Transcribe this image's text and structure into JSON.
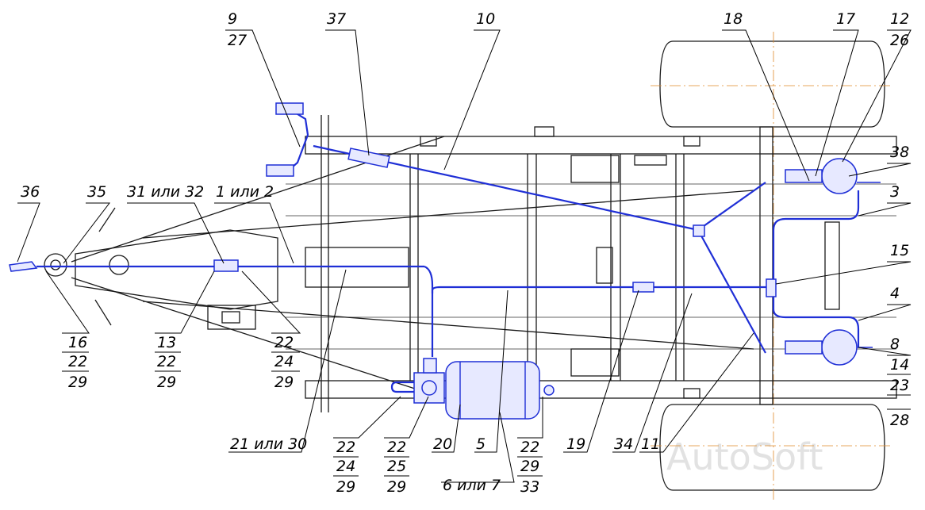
{
  "watermark": "AutoSoft",
  "callouts": [
    {
      "id": "c9",
      "lines": [
        "9",
        "27"
      ]
    },
    {
      "id": "c37",
      "lines": [
        "37"
      ]
    },
    {
      "id": "c10",
      "lines": [
        "10"
      ]
    },
    {
      "id": "c18",
      "lines": [
        "18"
      ]
    },
    {
      "id": "c17",
      "lines": [
        "17"
      ]
    },
    {
      "id": "c12",
      "lines": [
        "12",
        "26"
      ]
    },
    {
      "id": "c38",
      "lines": [
        "38"
      ]
    },
    {
      "id": "c3",
      "lines": [
        "3"
      ]
    },
    {
      "id": "c15",
      "lines": [
        "15"
      ]
    },
    {
      "id": "c4",
      "lines": [
        "4"
      ]
    },
    {
      "id": "c8",
      "lines": [
        "8",
        "14",
        "23",
        "28"
      ]
    },
    {
      "id": "c36",
      "lines": [
        "36"
      ]
    },
    {
      "id": "c35",
      "lines": [
        "35"
      ]
    },
    {
      "id": "c31",
      "lines": [
        "31 или 32"
      ]
    },
    {
      "id": "c1",
      "lines": [
        "1 или 2"
      ]
    },
    {
      "id": "c16",
      "lines": [
        "16",
        "22",
        "29"
      ]
    },
    {
      "id": "c13",
      "lines": [
        "13",
        "22",
        "29"
      ]
    },
    {
      "id": "c22a",
      "lines": [
        "22",
        "24",
        "29"
      ]
    },
    {
      "id": "c21",
      "lines": [
        "21 или 30"
      ]
    },
    {
      "id": "c22b",
      "lines": [
        "22",
        "24",
        "29"
      ]
    },
    {
      "id": "c22c",
      "lines": [
        "22",
        "25",
        "29"
      ]
    },
    {
      "id": "c20",
      "lines": [
        "20"
      ]
    },
    {
      "id": "c5",
      "lines": [
        "5"
      ]
    },
    {
      "id": "c6",
      "lines": [
        "6 или 7"
      ]
    },
    {
      "id": "c22d",
      "lines": [
        "22",
        "29",
        "33"
      ]
    },
    {
      "id": "c19",
      "lines": [
        "19"
      ]
    },
    {
      "id": "c34",
      "lines": [
        "34"
      ]
    },
    {
      "id": "c11",
      "lines": [
        "11"
      ]
    }
  ]
}
